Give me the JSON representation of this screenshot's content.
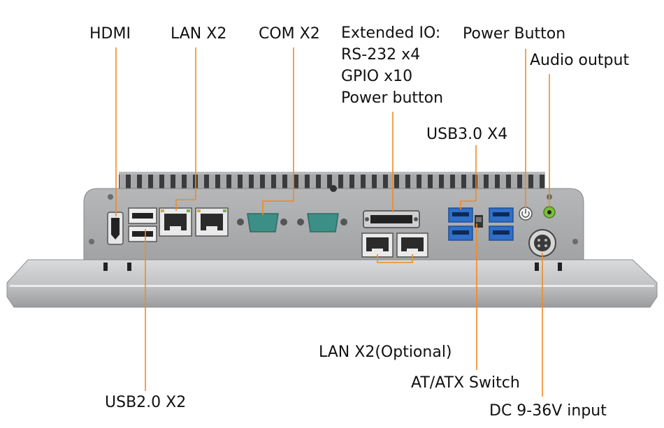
{
  "labels": {
    "hdmi": "HDMI",
    "lan_x2_top": "LAN X2",
    "com_x2": "COM X2",
    "extended_io": [
      "Extended IO:",
      "RS-232 x4",
      "GPIO x10",
      "Power button"
    ],
    "power_button": "Power Button",
    "audio_output": "Audio output",
    "usb3_x4": "USB3.0 X4",
    "lan_x2_optional": "LAN X2(Optional)",
    "at_atx_switch": "AT/ATX Switch",
    "dc_input": "DC 9-36V input",
    "usb2_x2": "USB2.0 X2"
  },
  "colors": {
    "leader": "#f08a24",
    "text": "#111111",
    "chassis": "#a9aaac",
    "bezel": "#c9cacc",
    "usb3_blue": "#2f6fc8",
    "rj45": "#e8e8e8",
    "db9": "#3c8f86",
    "audio_green": "#7bbf3a"
  }
}
